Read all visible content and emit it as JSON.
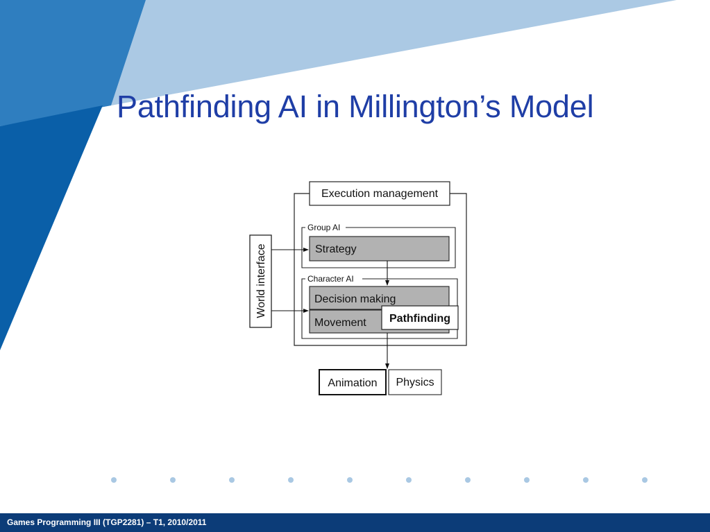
{
  "slide": {
    "title": "Pathfinding AI in Millington’s Model",
    "footer": "Games Programming III (TGP2281) – T1, 2010/2011"
  },
  "diagram": {
    "execution_management": "Execution management",
    "group_ai": "Group AI",
    "strategy": "Strategy",
    "character_ai": "Character AI",
    "decision_making": "Decision making",
    "movement": "Movement",
    "pathfinding": "Pathfinding",
    "world_interface": "World interface",
    "animation": "Animation",
    "physics": "Physics"
  },
  "colors": {
    "title": "#1f3ea6",
    "footer_bg": "#0c3c78",
    "dark_blue": "#0a5fa8",
    "mid_blue": "#2f7cbd",
    "light_blue": "#a9c8e3",
    "dots": "#a9c8e3",
    "box_fill": "#b2b2b2"
  }
}
